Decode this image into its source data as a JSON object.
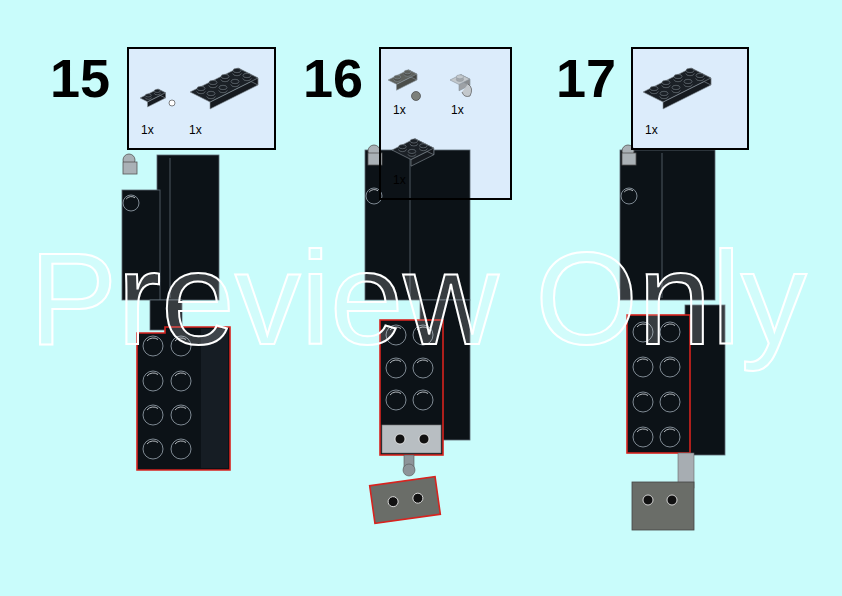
{
  "diagram": {
    "nodes": [
      {
        "text": [
          "1x",
          "1x"
        ]
      },
      {
        "text": [
          "1x",
          "1x",
          "1x"
        ]
      },
      {
        "text": [
          "1x"
        ]
      }
    ],
    "labels": [
      "15",
      "16",
      "17",
      "Preview Only"
    ]
  }
}
